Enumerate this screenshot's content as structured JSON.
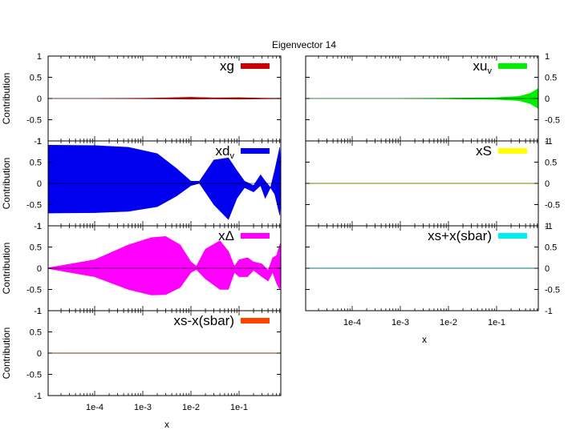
{
  "chart_data": [
    {
      "type": "area",
      "xscale": "log",
      "xlim": [
        1e-05,
        0.9
      ],
      "ylim": [
        -1,
        1
      ],
      "yticks": [
        "1",
        "0.5",
        "0",
        "-0.5",
        "-1"
      ],
      "xticks": [],
      "ylabel": "Contribution",
      "xlabel": "",
      "series": [
        {
          "name": "xg",
          "color": "#cc0000",
          "x": [
            1e-05,
            0.0001,
            0.001,
            0.003,
            0.01,
            0.03,
            0.1,
            0.3,
            0.9
          ],
          "upper": [
            0,
            0,
            0.005,
            0.015,
            0.03,
            0.015,
            0.02,
            0.01,
            0.005
          ],
          "lower": [
            0,
            0,
            -0.005,
            -0.01,
            -0.015,
            -0.01,
            -0.015,
            -0.01,
            -0.005
          ]
        }
      ]
    },
    {
      "type": "area",
      "xscale": "log",
      "xlim": [
        1e-05,
        0.9
      ],
      "ylim": [
        -1,
        1
      ],
      "yticks": [
        "1",
        "0.5",
        "0",
        "-0.5",
        "-1"
      ],
      "xticks": [],
      "ylabel": "",
      "xlabel": "",
      "series": [
        {
          "name": "xu",
          "name_sub": "v",
          "color": "#00ee00",
          "x": [
            1e-05,
            0.001,
            0.01,
            0.1,
            0.3,
            0.5,
            0.7,
            0.9
          ],
          "upper": [
            0,
            0,
            0.01,
            0.02,
            0.05,
            0.12,
            0.22,
            0.25
          ],
          "lower": [
            0,
            0,
            -0.01,
            -0.02,
            -0.05,
            -0.12,
            -0.22,
            -0.25
          ]
        }
      ]
    },
    {
      "type": "area",
      "xscale": "log",
      "xlim": [
        1e-05,
        0.9
      ],
      "ylim": [
        -1,
        1
      ],
      "yticks": [
        "1",
        "0.5",
        "0",
        "-0.5",
        "-1"
      ],
      "xticks": [],
      "ylabel": "Contribution",
      "xlabel": "",
      "series": [
        {
          "name": "xd_v",
          "color": "#0000ee",
          "x": [
            1e-05,
            0.0001,
            0.0005,
            0.002,
            0.005,
            0.01,
            0.015,
            0.03,
            0.06,
            0.09,
            0.13,
            0.2,
            0.28,
            0.35,
            0.45,
            0.55,
            0.7,
            0.9
          ],
          "upper": [
            0.9,
            0.89,
            0.85,
            0.7,
            0.35,
            0.05,
            0.05,
            0.55,
            0.6,
            0.3,
            0.05,
            -0.05,
            0.2,
            0.05,
            -0.1,
            0.3,
            0.85,
            0.3
          ],
          "lower": [
            -0.7,
            -0.69,
            -0.66,
            -0.55,
            -0.3,
            -0.05,
            0,
            -0.5,
            -0.85,
            -0.35,
            -0.1,
            -0.2,
            -0.05,
            -0.35,
            -0.1,
            -0.25,
            -0.75,
            -0.3
          ]
        }
      ]
    },
    {
      "type": "area",
      "xscale": "log",
      "xlim": [
        1e-05,
        0.9
      ],
      "ylim": [
        -1,
        1
      ],
      "yticks": [
        "1",
        "0.5",
        "0",
        "-0.5",
        "-1"
      ],
      "xticks": [],
      "ylabel": "",
      "xlabel": "",
      "series": [
        {
          "name": "xS",
          "color": "#ffff00",
          "x": [
            1e-05,
            0.01,
            0.9
          ],
          "upper": [
            0.003,
            0.003,
            0.003
          ],
          "lower": [
            -0.003,
            -0.003,
            -0.003
          ]
        }
      ]
    },
    {
      "type": "area",
      "xscale": "log",
      "xlim": [
        1e-05,
        0.9
      ],
      "ylim": [
        -1,
        1
      ],
      "yticks": [
        "1",
        "0.5",
        "0",
        "-0.5",
        "-1"
      ],
      "xticks": [],
      "ylabel": "Contribution",
      "xlabel": "",
      "series": [
        {
          "name": "xΔ",
          "color": "#ff00ff",
          "x": [
            1e-05,
            0.0001,
            0.0005,
            0.0015,
            0.003,
            0.006,
            0.01,
            0.013,
            0.02,
            0.04,
            0.06,
            0.08,
            0.1,
            0.15,
            0.2,
            0.3,
            0.4,
            0.5,
            0.6,
            0.7,
            0.8,
            0.9
          ],
          "upper": [
            0.01,
            0.2,
            0.55,
            0.72,
            0.75,
            0.55,
            0.15,
            0.05,
            0.45,
            0.65,
            0.4,
            0.05,
            0.2,
            0.25,
            0.15,
            0.1,
            -0.05,
            0.25,
            0.3,
            0.55,
            0.6,
            0.3
          ],
          "lower": [
            -0.01,
            -0.2,
            -0.5,
            -0.63,
            -0.62,
            -0.45,
            -0.1,
            -0.03,
            -0.25,
            -0.5,
            -0.5,
            -0.1,
            -0.2,
            -0.2,
            -0.05,
            -0.2,
            -0.3,
            -0.1,
            -0.35,
            -0.5,
            -0.3,
            -0.2
          ]
        }
      ]
    },
    {
      "type": "area",
      "xscale": "log",
      "xlim": [
        1e-05,
        0.9
      ],
      "ylim": [
        -1,
        1
      ],
      "yticks": [
        "1",
        "0.5",
        "0",
        "-0.5",
        "-1"
      ],
      "xticks": [
        "1e-4",
        "1e-3",
        "1e-2",
        "1e-1"
      ],
      "ylabel": "",
      "xlabel": "x",
      "series": [
        {
          "name": "xs+x(sbar)",
          "color": "#00eeee",
          "x": [
            1e-05,
            0.01,
            0.9
          ],
          "upper": [
            0.002,
            0.004,
            0.003
          ],
          "lower": [
            -0.002,
            -0.004,
            -0.003
          ]
        }
      ]
    },
    {
      "type": "area",
      "xscale": "log",
      "xlim": [
        1e-05,
        0.9
      ],
      "ylim": [
        -1,
        1
      ],
      "yticks": [
        "1",
        "0.5",
        "0",
        "-0.5",
        "-1"
      ],
      "xticks": [
        "1e-4",
        "1e-3",
        "1e-2",
        "1e-1"
      ],
      "ylabel": "Contribution",
      "xlabel": "x",
      "series": [
        {
          "name": "xs-x(sbar)",
          "color": "#ff4400",
          "x": [
            1e-05,
            0.01,
            0.9
          ],
          "upper": [
            0.002,
            0.002,
            0.002
          ],
          "lower": [
            -0.002,
            -0.002,
            -0.002
          ]
        }
      ]
    }
  ],
  "title": "Eigenvector 14"
}
